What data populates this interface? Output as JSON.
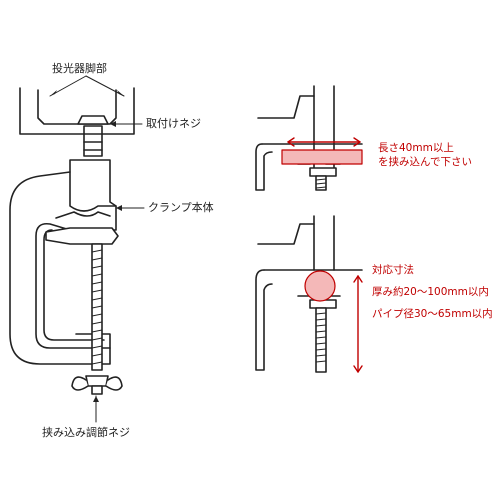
{
  "labels": {
    "projector_foot": "投光器脚部",
    "mount_screw": "取付けネジ",
    "clamp_body": "クランプ本体",
    "adjust_screw": "挟み込み調節ネジ"
  },
  "notes": {
    "length_line1": "長さ40mm以上",
    "length_line2": "を挟み込んで下さい",
    "size_title": "対応寸法",
    "thickness": "厚み約20～100mm以内",
    "pipe": "パイプ径30～65mm以内"
  },
  "colors": {
    "line": "#222222",
    "accent": "#c00000",
    "highlight": "#f4b8b8"
  }
}
